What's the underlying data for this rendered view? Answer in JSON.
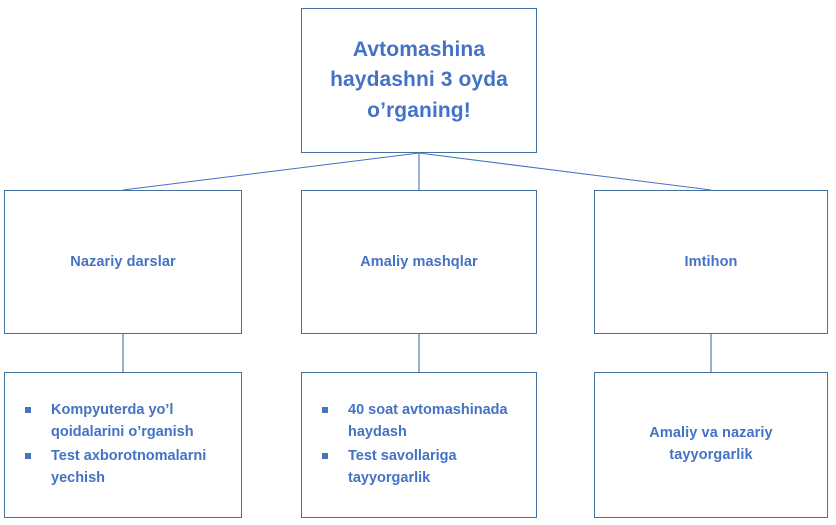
{
  "diagram": {
    "type": "hierarchy-flow-chart",
    "colors": {
      "box_border": "#41719C",
      "text": "#4472C4",
      "connector": "#4472C4",
      "background": "#FFFFFF"
    },
    "root": {
      "label": "Avtomashina haydashni 3 oyda o’rganing!"
    },
    "branches": [
      {
        "label": "Nazariy darslar",
        "detail": {
          "layout": "bullets",
          "bullets": [
            "Kompyuterda yo’l qoidalarini o’rganish",
            "Test axborotnomalarni yechish"
          ]
        }
      },
      {
        "label": "Amaliy mashqlar",
        "detail": {
          "layout": "bullets",
          "bullets": [
            "40 soat avtomashinada haydash",
            "Test savollariga tayyorgarlik"
          ]
        }
      },
      {
        "label": "Imtihon",
        "detail": {
          "layout": "centered-text",
          "text": "Amaliy va nazariy tayyorgarlik"
        }
      }
    ]
  }
}
